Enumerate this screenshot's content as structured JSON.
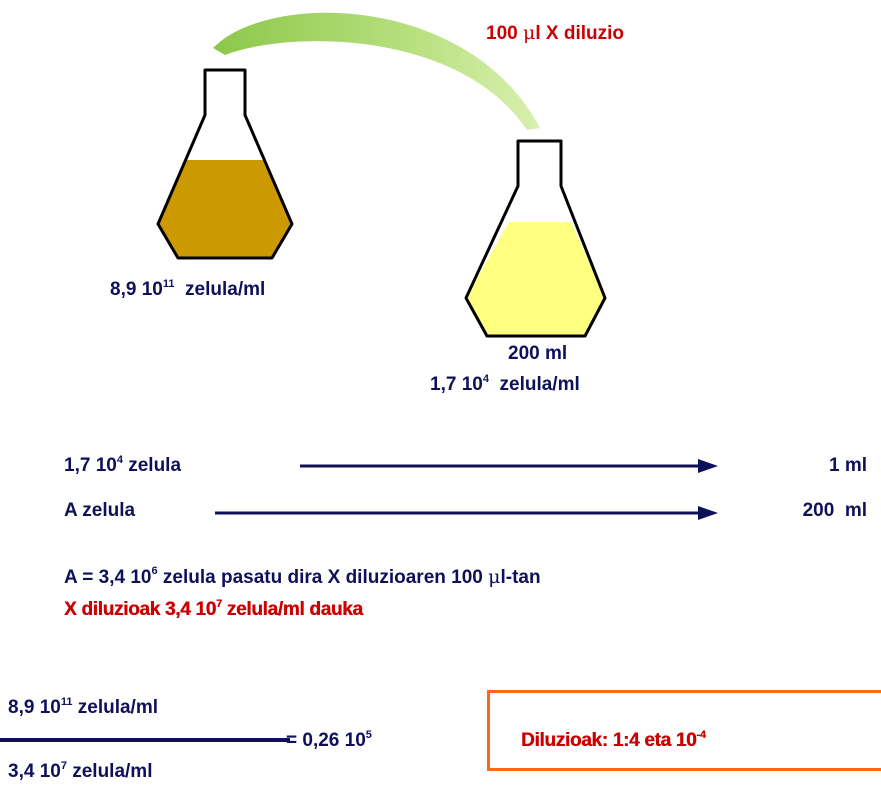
{
  "transfer_label": {
    "pre": "100 ",
    "mu": "μ",
    "post": "l X diluzio"
  },
  "flask_left": {
    "label_pre": "8,9 10",
    "label_exp": "11",
    "label_post": "  zelula/ml",
    "color": "#cc9900"
  },
  "flask_right": {
    "volume": "200 ml",
    "label_pre": "1,7 10",
    "label_exp": "4",
    "label_post": "  zelula/ml",
    "color": "#ffff80"
  },
  "ratio": {
    "row1": {
      "left_pre": "1,7 10",
      "left_exp": "4",
      "left_post": " zelula",
      "right": "1 ml"
    },
    "row2": {
      "left": "A zelula",
      "right": "200  ml"
    }
  },
  "result": {
    "line1_pre": "A = 3,4 10",
    "line1_exp": "6",
    "line1_mid": " zelula pasatu dira X diluzioaren 100 ",
    "line1_mu": "μ",
    "line1_post": "l-tan",
    "line2_pre": "X diluzioak 3,4 10",
    "line2_exp": "7",
    "line2_post": " zelula/ml dauka"
  },
  "fraction": {
    "num_pre": "8,9 10",
    "num_exp": "11",
    "num_post": " zelula/ml",
    "den_pre": "3,4 10",
    "den_exp": "7",
    "den_post": " zelula/ml",
    "eq_pre": "= 0,26 10",
    "eq_exp": "5"
  },
  "conclusion": {
    "pre": "Diluzioak: 1:4 eta 10",
    "exp": "-4",
    "border_color": "#ff6a10"
  }
}
